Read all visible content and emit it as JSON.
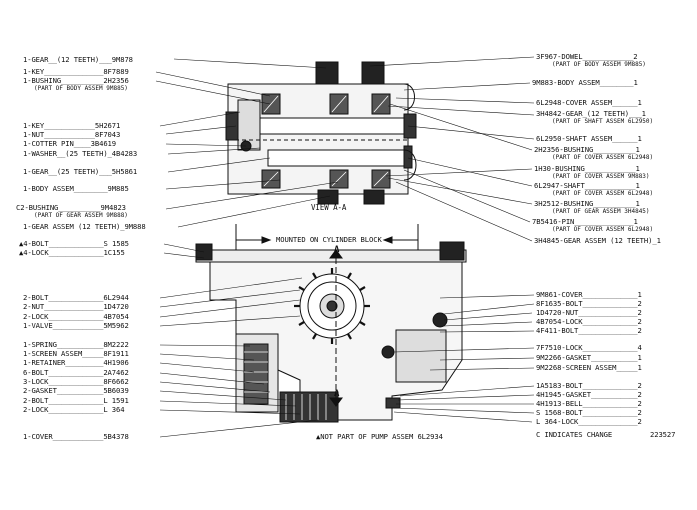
{
  "left_labels": [
    {
      "text": "1-GEAR__(12 TEETH)___9M878"
    },
    {
      "text": "1-KEY______________8F7889"
    },
    {
      "text": "1-BUSHING__________2H2356"
    },
    {
      "text": "(PART OF BODY ASSEM 9M885)"
    },
    {
      "text": "1-KEY____________5H2671"
    },
    {
      "text": "1-NUT____________8F7043"
    },
    {
      "text": "1-COTTER PIN____3B4619"
    },
    {
      "text": "1-WASHER__(25 TEETH)_4B4283"
    },
    {
      "text": "1-GEAR__(25 TEETH)___5H5861"
    },
    {
      "text": "1-BODY ASSEM________9M885"
    },
    {
      "text": "C2-BUSHING__________9M4823"
    },
    {
      "text": "(PART OF GEAR ASSEM 9M888)"
    },
    {
      "text": "1-GEAR ASSEM (12 TEETH)_9M888"
    },
    {
      "text": "▲4-BOLT_____________S 1585"
    },
    {
      "text": "▲4-LOCK_____________1C155"
    },
    {
      "text": "2-BOLT_____________6L2944"
    },
    {
      "text": "2-NUT______________1D4720"
    },
    {
      "text": "2-LOCK_____________4B7054"
    },
    {
      "text": "1-VALVE____________5M5962"
    },
    {
      "text": "1-SPRING___________8M2222"
    },
    {
      "text": "1-SCREEN ASSEM_____8F1911"
    },
    {
      "text": "1-RETAINER_________4H1906"
    },
    {
      "text": "6-BOLT_____________2A7462"
    },
    {
      "text": "3-LOCK_____________8F6662"
    },
    {
      "text": "2-GASKET___________5B6039"
    },
    {
      "text": "2-BOLT_____________L 1591"
    },
    {
      "text": "2-LOCK_____________L 364"
    },
    {
      "text": "1-COVER____________5B4378"
    }
  ],
  "right_labels": [
    {
      "text": "3F967-DOWEL____________2"
    },
    {
      "text": "(PART OF BODY ASSEM 9M885)"
    },
    {
      "text": "9M883-BODY ASSEM________1"
    },
    {
      "text": "6L2948-COVER ASSEM______1"
    },
    {
      "text": "3H4842-GEAR_(12 TEETH)___1"
    },
    {
      "text": "(PART OF SHAFT ASSEM 6L2950)"
    },
    {
      "text": "6L2950-SHAFT ASSEM______1"
    },
    {
      "text": "2H2356-BUSHING__________1"
    },
    {
      "text": "(PART OF COVER ASSEM 6L2948)"
    },
    {
      "text": "1H30-BUSHING____________1"
    },
    {
      "text": "(PART OF COVER ASSEM 9M883)"
    },
    {
      "text": "6L2947-SHAFT____________1"
    },
    {
      "text": "(PART OF COVER ASSEM 6L2948)"
    },
    {
      "text": "3H2512-BUSHING__________1"
    },
    {
      "text": "(PART OF GEAR ASSEM 3H4845)"
    },
    {
      "text": "7B5416-PIN______________1"
    },
    {
      "text": "(PART OF COVER ASSEM 6L2948)"
    },
    {
      "text": "3H4845-GEAR ASSEM (12 TEETH)_1"
    },
    {
      "text": "9M861-COVER_____________1"
    },
    {
      "text": "8F1635-BOLT_____________2"
    },
    {
      "text": "1D4720-NUT______________2"
    },
    {
      "text": "4B7054-LOCK_____________2"
    },
    {
      "text": "4F411-BOLT______________2"
    },
    {
      "text": "7F7510-LOCK_____________4"
    },
    {
      "text": "9M2266-GASKET___________1"
    },
    {
      "text": "9M2268-SCREEN ASSEM_____1"
    },
    {
      "text": "1A5183-BOLT_____________2"
    },
    {
      "text": "4H1945-GASKET___________2"
    },
    {
      "text": "4H1913-BELL_____________2"
    },
    {
      "text": "S 1568-BOLT_____________2"
    },
    {
      "text": "L 364-LOCK______________2"
    },
    {
      "text": "C INDICATES CHANGE"
    },
    {
      "text": "223527"
    }
  ],
  "diagram": {
    "view_title": "VIEW A-A",
    "mount_label": "MOUNTED ON CYLINDER BLOCK",
    "section_mark_top": "A",
    "section_mark_bottom": "A",
    "footnote": "▲NOT PART OF PUMP ASSEM 6L2934"
  }
}
